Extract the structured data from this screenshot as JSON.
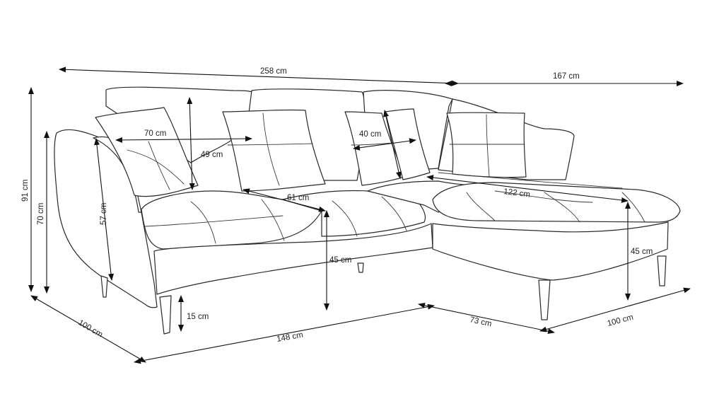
{
  "dimensions": {
    "total_length": "258 cm",
    "chaise_depth_top": "167 cm",
    "total_height": "91 cm",
    "arm_height": "70 cm",
    "arm_depth": "57 cm",
    "pillow_width": "70 cm",
    "pillow_height": "49 cm",
    "small_pillow": "40 cm",
    "seat_depth": "61 cm",
    "chaise_length": "122 cm",
    "seat_height": "45 cm",
    "chaise_seat_height": "45 cm",
    "leg_height": "15 cm",
    "sofa_depth": "100 cm",
    "front_length": "148 cm",
    "chaise_front": "73 cm",
    "chaise_width": "100 cm"
  },
  "colors": {
    "line": "#2a2a2a",
    "text": "#222222"
  }
}
